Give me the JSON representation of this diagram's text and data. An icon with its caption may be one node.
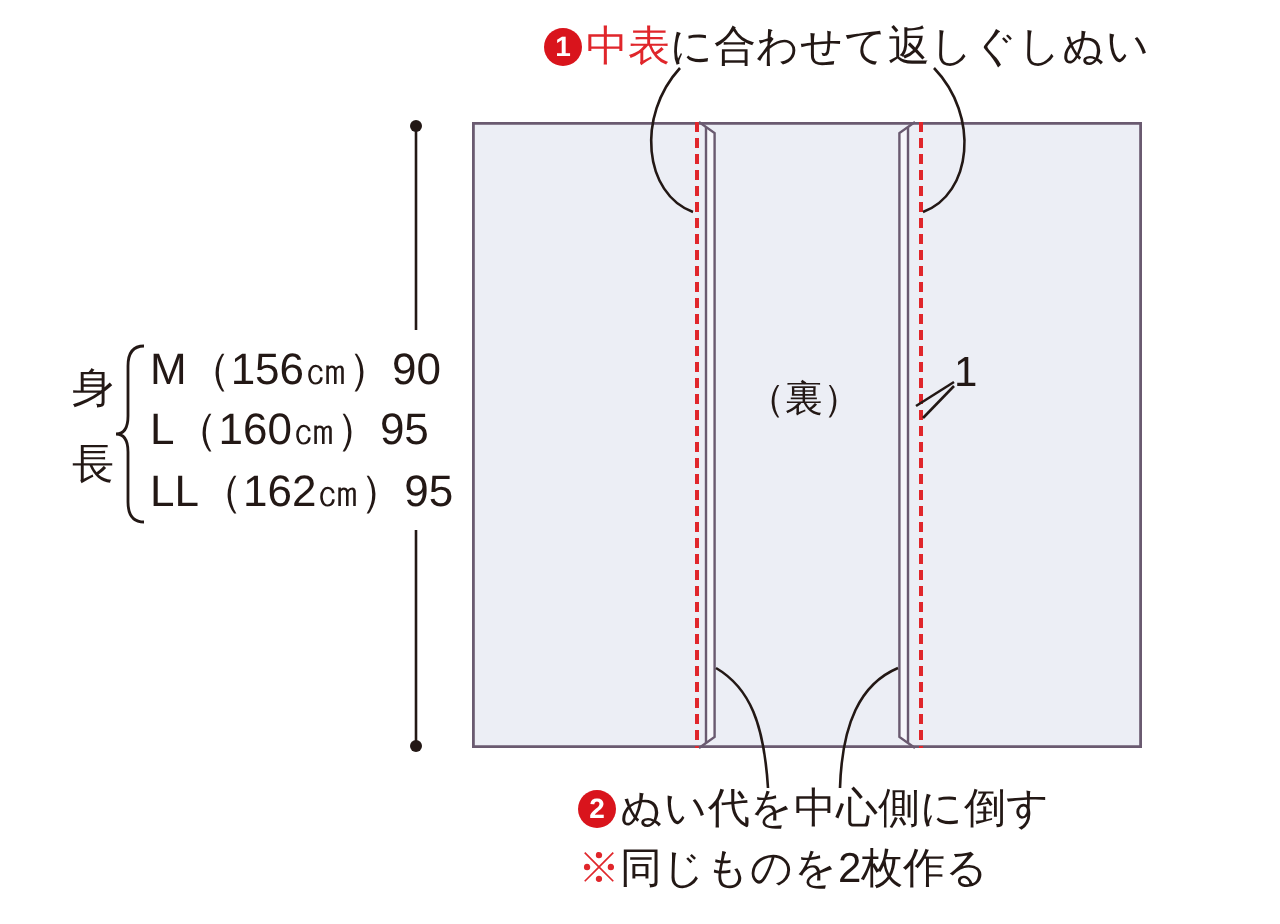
{
  "diagram": {
    "nodes": [
      {
        "text": [
          "1",
          "**中表**に合わせて返しぐしぬい"
        ]
      },
      {
        "text": [
          "（裏）"
        ]
      },
      {
        "text": [],
        "shape": "line",
        "in": 1
      },
      {
        "text": [],
        "shape": "bar",
        "in": 1
      },
      {
        "text": [],
        "shape": "bar",
        "in": 1
      },
      {
        "text": [],
        "shape": "line",
        "in": 1
      },
      {
        "text": [
          "1"
        ],
        "in": 1
      },
      {
        "text": [
          "2",
          "ぬい代を中心側に倒す"
        ]
      }
    ],
    "edges": [
      {
        "from": 0,
        "to": 2,
        "arrow": "none"
      },
      {
        "from": 0,
        "to": 5,
        "arrow": "none"
      },
      {
        "from": 7,
        "to": 3,
        "arrow": "none"
      },
      {
        "from": 7,
        "to": 4,
        "arrow": "none"
      },
      {
        "from": 6,
        "to": 4,
        "arrow": "none"
      },
      {
        "from": 6,
        "to": 5,
        "arrow": "none"
      }
    ],
    "labels": [
      "身長",
      "M（156㎝）90",
      "L（160㎝）95",
      "LL（162㎝）95",
      "**※**同じものを2枚作る"
    ]
  }
}
